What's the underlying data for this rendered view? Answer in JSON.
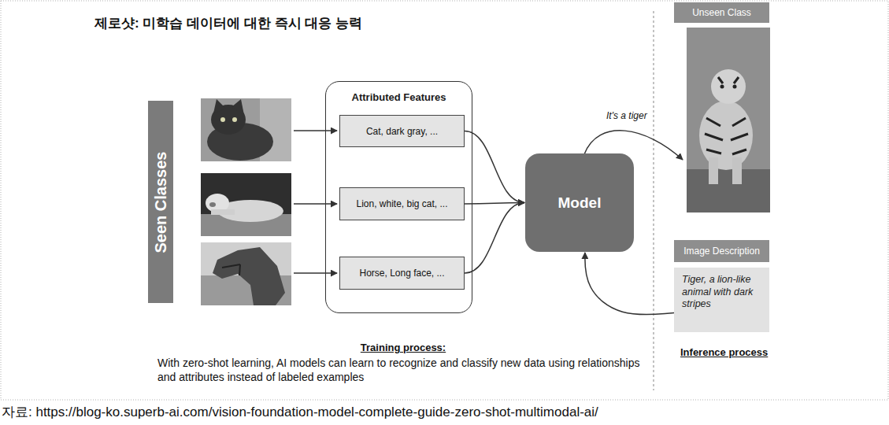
{
  "diagram": {
    "title": "제로샷: 미학습 데이터에 대한 즉시 대응 능력",
    "caption": "자료: https://blog-ko.superb-ai.com/vision-foundation-model-complete-guide-zero-shot-multimodal-ai/",
    "nodes": [
      {
        "text": [
          "Seen Classes"
        ]
      },
      {
        "text": [
          "Attributed Features"
        ]
      },
      {
        "text": [
          "Cat, dark gray, ..."
        ],
        "in": 1
      },
      {
        "text": [
          "Lion, white, big cat, ..."
        ],
        "in": 1
      },
      {
        "text": [
          "Horse, Long face, ..."
        ],
        "in": 1
      },
      {
        "text": [
          "Model"
        ]
      },
      {
        "text": [
          "Unseen Class"
        ]
      },
      {
        "text": [
          "Image Description"
        ]
      },
      {
        "text": [
          "Tiger, a lion-like animal with dark stripes"
        ]
      }
    ],
    "edges": [
      {
        "from": 2,
        "to": 5,
        "arrow": "to"
      },
      {
        "from": 3,
        "to": 5,
        "arrow": "to"
      },
      {
        "from": 4,
        "to": 5,
        "arrow": "to"
      },
      {
        "from": 8,
        "to": 5,
        "arrow": "to"
      }
    ],
    "labels": [
      "It's a tiger",
      "Training process:",
      "With zero-shot learning, AI models can learn to recognize and classify new data using relationships and attributes instead of labeled examples",
      "Inference process"
    ]
  }
}
